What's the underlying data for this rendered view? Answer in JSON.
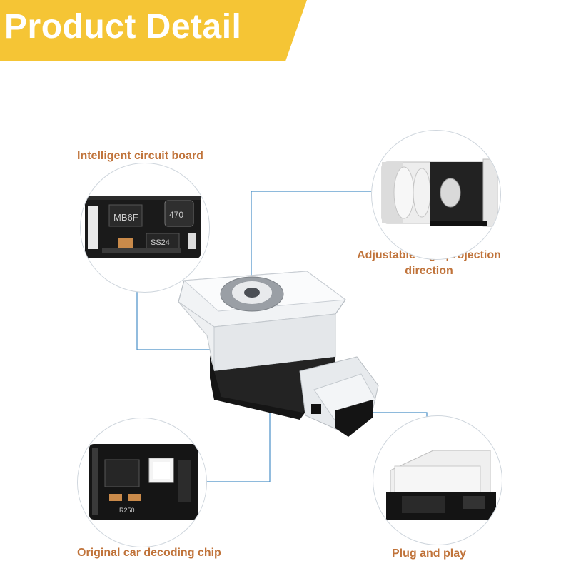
{
  "banner": {
    "title": "Product Detail",
    "color": "#f5c535"
  },
  "callouts": {
    "circuit_board": "Intelligent circuit board",
    "projection_direction_line1": "Adjustable logo projection",
    "projection_direction_line2": "direction",
    "decoding_chip": "Original car decoding chip",
    "plug_and_play": "Plug and play"
  },
  "colors": {
    "callout_text": "#c0733a",
    "leader_line": "#4a90c8",
    "circle_border": "#cfd6dd"
  },
  "pcb_markings": {
    "top_board_chip": "MB6F",
    "top_board_inductor": "470",
    "top_board_diode": "SS24",
    "bottom_board_code": "R250"
  }
}
